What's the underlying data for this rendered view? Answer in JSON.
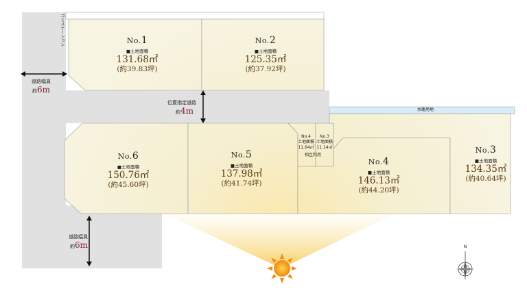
{
  "lots": [
    {
      "id": "lot-1",
      "no_prefix": "No.",
      "no": "1",
      "caption": "■土地面積",
      "area": "131.68㎡",
      "tsubo": "(約39.83坪)"
    },
    {
      "id": "lot-2",
      "no_prefix": "No.",
      "no": "2",
      "caption": "■土地面積",
      "area": "125.35㎡",
      "tsubo": "(約37.92坪)"
    },
    {
      "id": "lot-3",
      "no_prefix": "No.",
      "no": "3",
      "caption": "■土地面積",
      "area": "134.35㎡",
      "tsubo": "(約40.64坪)"
    },
    {
      "id": "lot-4",
      "no_prefix": "No.",
      "no": "4",
      "caption": "■土地面積",
      "area": "146.13㎡",
      "tsubo": "(約44.20坪)"
    },
    {
      "id": "lot-5",
      "no_prefix": "No.",
      "no": "5",
      "caption": "■土地面積",
      "area": "137.98㎡",
      "tsubo": "(約41.74坪)"
    },
    {
      "id": "lot-6",
      "no_prefix": "No.",
      "no": "6",
      "caption": "■土地面積",
      "area": "150.76㎡",
      "tsubo": "(約45.60坪)"
    }
  ],
  "shared_lots": [
    {
      "no": "No.4",
      "caption": "土地面積",
      "area": "11.64㎡"
    },
    {
      "no": "No.3",
      "caption": "土地面積",
      "area": "11.14㎡"
    }
  ],
  "shared_use_label": "相互利用",
  "garbage_station": "ゴミステーション",
  "water_channel": "水路用地",
  "roads": {
    "top_left": {
      "label": "道路幅員",
      "prefix": "約",
      "value": "6",
      "unit": "m"
    },
    "bottom_left": {
      "label": "道路幅員",
      "prefix": "約",
      "value": "6",
      "unit": "m"
    },
    "center": {
      "label": "位置指定道路",
      "prefix": "約",
      "value": "4",
      "unit": "m"
    }
  },
  "compass": {
    "north_label": "N"
  },
  "icons": {
    "sun": "sun-icon",
    "compass": "compass-icon"
  }
}
